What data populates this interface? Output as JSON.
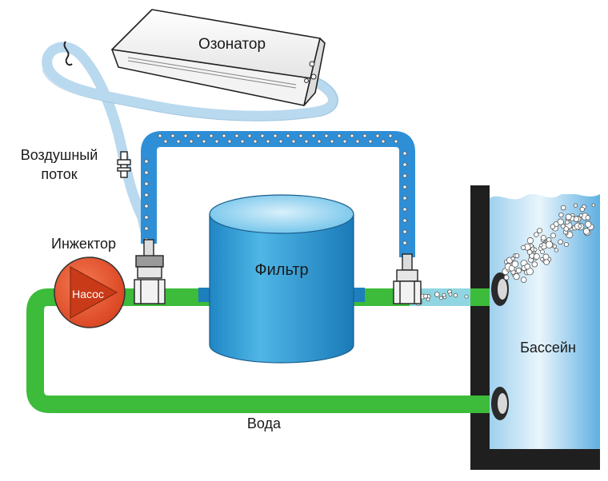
{
  "labels": {
    "ozonator": "Озонатор",
    "air_flow_line1": "Воздушный",
    "air_flow_line2": "поток",
    "injector": "Инжектор",
    "pump": "Насос",
    "filter": "Фильтр",
    "pool": "Бассейн",
    "water": "Вода"
  },
  "colors": {
    "water_pipe": "#3dbb3a",
    "ozone_pipe": "#2e8fd6",
    "air_tube": "#b9d9ef",
    "filter_body": "#3aa7d9",
    "pump": "#e9512b",
    "pool_water": "#cfe9f7",
    "pool_wall": "#1f1f1f"
  }
}
